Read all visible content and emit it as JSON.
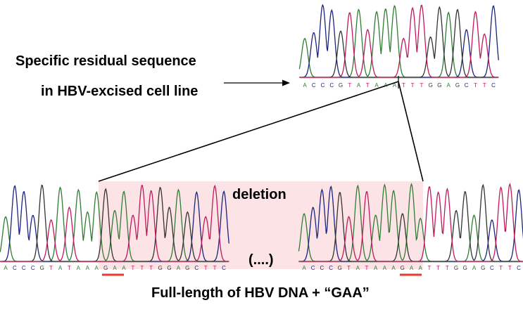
{
  "labels": {
    "residual_line1": "Specific residual sequence",
    "residual_line2": "in HBV-excised cell line",
    "deletion": "deletion",
    "ellipsis": "(....)",
    "full_length": "Full-length of HBV DNA + “GAA”"
  },
  "sequences": {
    "top": [
      "A",
      "C",
      "C",
      "C",
      "G",
      "T",
      "A",
      "T",
      "A",
      "A",
      "A",
      "T",
      "T",
      "T",
      "G",
      "G",
      "A",
      "G",
      "C",
      "T",
      "T",
      "C"
    ],
    "bottom_left": [
      "A",
      "C",
      "C",
      "C",
      "G",
      "T",
      "A",
      "T",
      "A",
      "A",
      "A",
      "G",
      "A",
      "A",
      "T",
      "T",
      "T",
      "G",
      "G",
      "A",
      "G",
      "C",
      "T",
      "T",
      "C"
    ],
    "bottom_right": [
      "A",
      "C",
      "C",
      "C",
      "G",
      "T",
      "A",
      "T",
      "A",
      "A",
      "A",
      "G",
      "A",
      "A",
      "T",
      "T",
      "T",
      "G",
      "G",
      "A",
      "G",
      "C",
      "T",
      "T",
      "C"
    ]
  },
  "base_colors": {
    "A": "#2e7d32",
    "C": "#1a237e",
    "G": "#333333",
    "T": "#c2185b"
  },
  "highlight": {
    "deletion_fill": "#fce4e6",
    "underline_color": "#e53935"
  }
}
